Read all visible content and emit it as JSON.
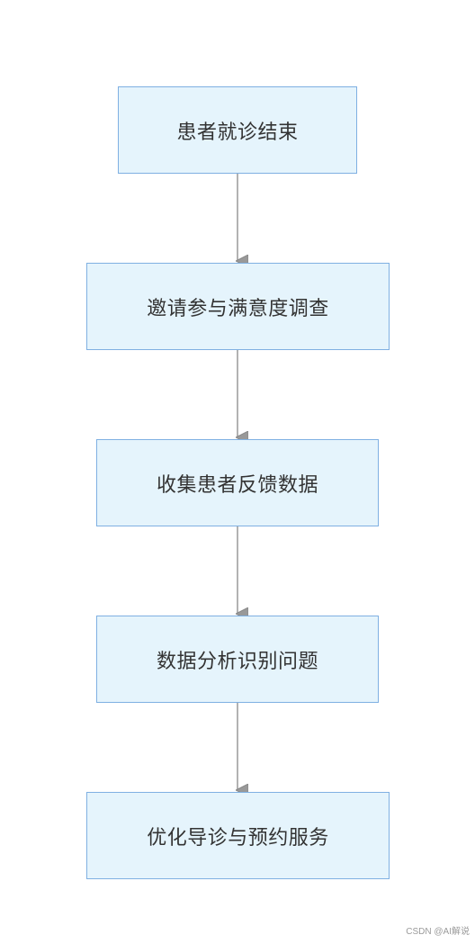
{
  "nodes": [
    {
      "id": "n1",
      "label": "患者就诊结束"
    },
    {
      "id": "n2",
      "label": "邀请参与满意度调查"
    },
    {
      "id": "n3",
      "label": "收集患者反馈数据"
    },
    {
      "id": "n4",
      "label": "数据分析识别问题"
    },
    {
      "id": "n5",
      "label": "优化导诊与预约服务"
    }
  ],
  "edges": [
    {
      "from": "n1",
      "to": "n2"
    },
    {
      "from": "n2",
      "to": "n3"
    },
    {
      "from": "n3",
      "to": "n4"
    },
    {
      "from": "n4",
      "to": "n5"
    }
  ],
  "colors": {
    "node_fill": "#e5f4fc",
    "node_border": "#7fb0e2",
    "edge": "#999999",
    "text": "#333333"
  },
  "watermark": "CSDN @AI解说"
}
